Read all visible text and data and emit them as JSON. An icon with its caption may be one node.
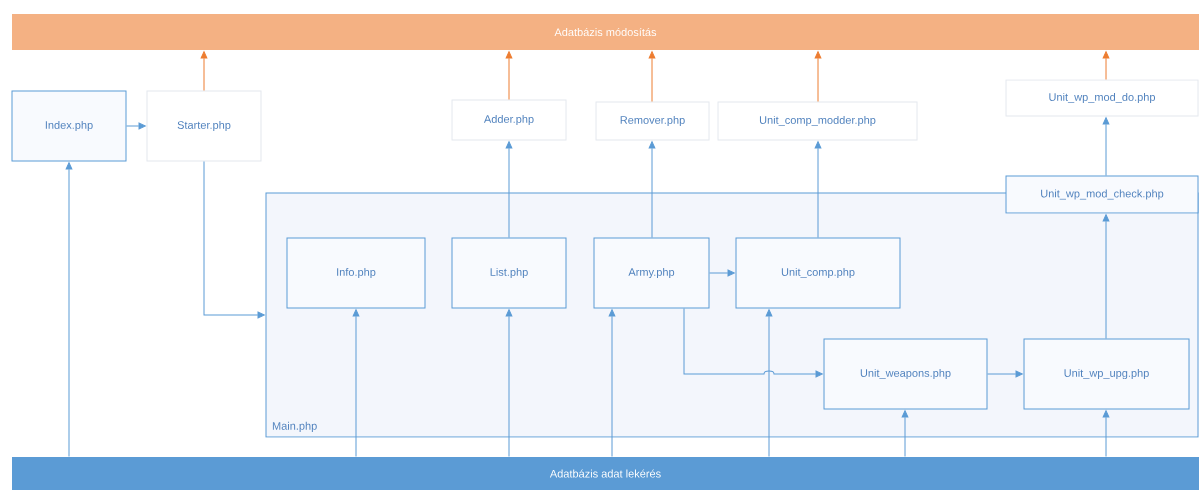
{
  "diagram": {
    "nodes": [
      {
        "text": [
          "Adatbázis módosítás"
        ]
      },
      {
        "text": [
          "Index.php"
        ]
      },
      {
        "text": [
          "Starter.php"
        ]
      },
      {
        "text": [
          "Adder.php"
        ]
      },
      {
        "text": [
          "Remover.php"
        ]
      },
      {
        "text": [
          "Unit_comp_modder.php"
        ]
      },
      {
        "text": [
          "Unit_wp_mod_do.php"
        ]
      },
      {
        "text": [
          "Main.php"
        ]
      },
      {
        "text": [
          "Unit_wp_mod_check.php"
        ]
      },
      {
        "text": [
          "Info.php"
        ],
        "in": 7
      },
      {
        "text": [
          "List.php"
        ],
        "in": 7
      },
      {
        "text": [
          "Army.php"
        ],
        "in": 7
      },
      {
        "text": [
          "Unit_comp.php"
        ],
        "in": 7
      },
      {
        "text": [
          "Unit_weapons.php"
        ],
        "in": 7
      },
      {
        "text": [
          "Unit_wp_upg.php"
        ],
        "in": 7
      },
      {
        "text": [
          "Adatbázis adat lekérés"
        ]
      }
    ],
    "edges": [
      {
        "from": 2,
        "to": 0,
        "arrow": "to",
        "color": "#ed7d31"
      },
      {
        "from": 3,
        "to": 0,
        "arrow": "to",
        "color": "#ed7d31"
      },
      {
        "from": 4,
        "to": 0,
        "arrow": "to",
        "color": "#ed7d31"
      },
      {
        "from": 5,
        "to": 0,
        "arrow": "to",
        "color": "#ed7d31"
      },
      {
        "from": 6,
        "to": 0,
        "arrow": "to",
        "color": "#ed7d31"
      },
      {
        "from": 1,
        "to": 2,
        "arrow": "to"
      },
      {
        "from": 15,
        "to": 1,
        "arrow": "to"
      },
      {
        "from": 2,
        "to": 7,
        "arrow": "to"
      },
      {
        "from": 10,
        "to": 3,
        "arrow": "to"
      },
      {
        "from": 11,
        "to": 4,
        "arrow": "to"
      },
      {
        "from": 12,
        "to": 5,
        "arrow": "to"
      },
      {
        "from": 8,
        "to": 6,
        "arrow": "to"
      },
      {
        "from": 14,
        "to": 8,
        "arrow": "to"
      },
      {
        "from": 11,
        "to": 12,
        "arrow": "to"
      },
      {
        "from": 11,
        "to": 13,
        "arrow": "to"
      },
      {
        "from": 13,
        "to": 14,
        "arrow": "to"
      },
      {
        "from": 15,
        "to": 9,
        "arrow": "to"
      },
      {
        "from": 15,
        "to": 10,
        "arrow": "to"
      },
      {
        "from": 15,
        "to": 11,
        "arrow": "to"
      },
      {
        "from": 15,
        "to": 12,
        "arrow": "to"
      },
      {
        "from": 15,
        "to": 13,
        "arrow": "to"
      },
      {
        "from": 15,
        "to": 14,
        "arrow": "to"
      }
    ]
  }
}
